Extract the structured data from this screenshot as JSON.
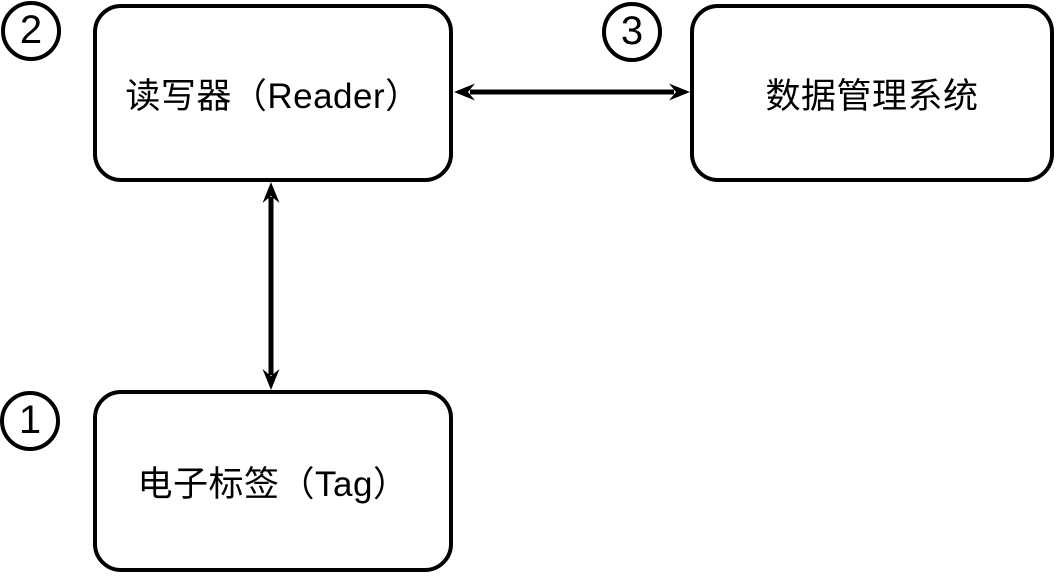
{
  "diagram": {
    "title": "RFID system components diagram",
    "background_color": "#ffffff",
    "stroke_color": "#000000",
    "nodes": {
      "tag": {
        "number": "1",
        "label": "电子标签（Tag）"
      },
      "reader": {
        "number": "2",
        "label": "读写器（Reader）"
      },
      "dms": {
        "number": "3",
        "label": "数据管理系统"
      }
    },
    "edges": [
      {
        "from": "reader",
        "to": "dms",
        "type": "double-headed-arrow",
        "orientation": "horizontal"
      },
      {
        "from": "reader",
        "to": "tag",
        "type": "double-headed-arrow",
        "orientation": "vertical"
      }
    ]
  }
}
